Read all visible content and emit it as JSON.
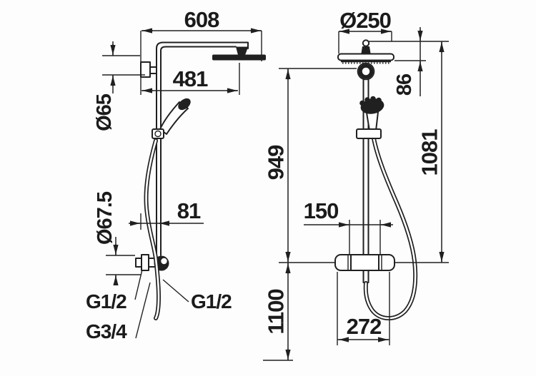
{
  "colors": {
    "line": "#202020",
    "background": "#ffffff"
  },
  "left_view": {
    "dims": {
      "width_total": "608",
      "width_arm": "481",
      "bracket_diameter": "Ø65",
      "valve_diameter": "Ø67.5",
      "wall_offset": "81"
    },
    "connections": {
      "wall_left": "G1/2",
      "hose_right": "G1/2",
      "bottom": "G3/4"
    }
  },
  "right_view": {
    "dims": {
      "head_diameter": "Ø250",
      "head_drop": "86",
      "rail_height": "949",
      "total_height": "1081",
      "valve_centers": "150",
      "mixer_height": "1100",
      "mixer_width": "272"
    }
  }
}
